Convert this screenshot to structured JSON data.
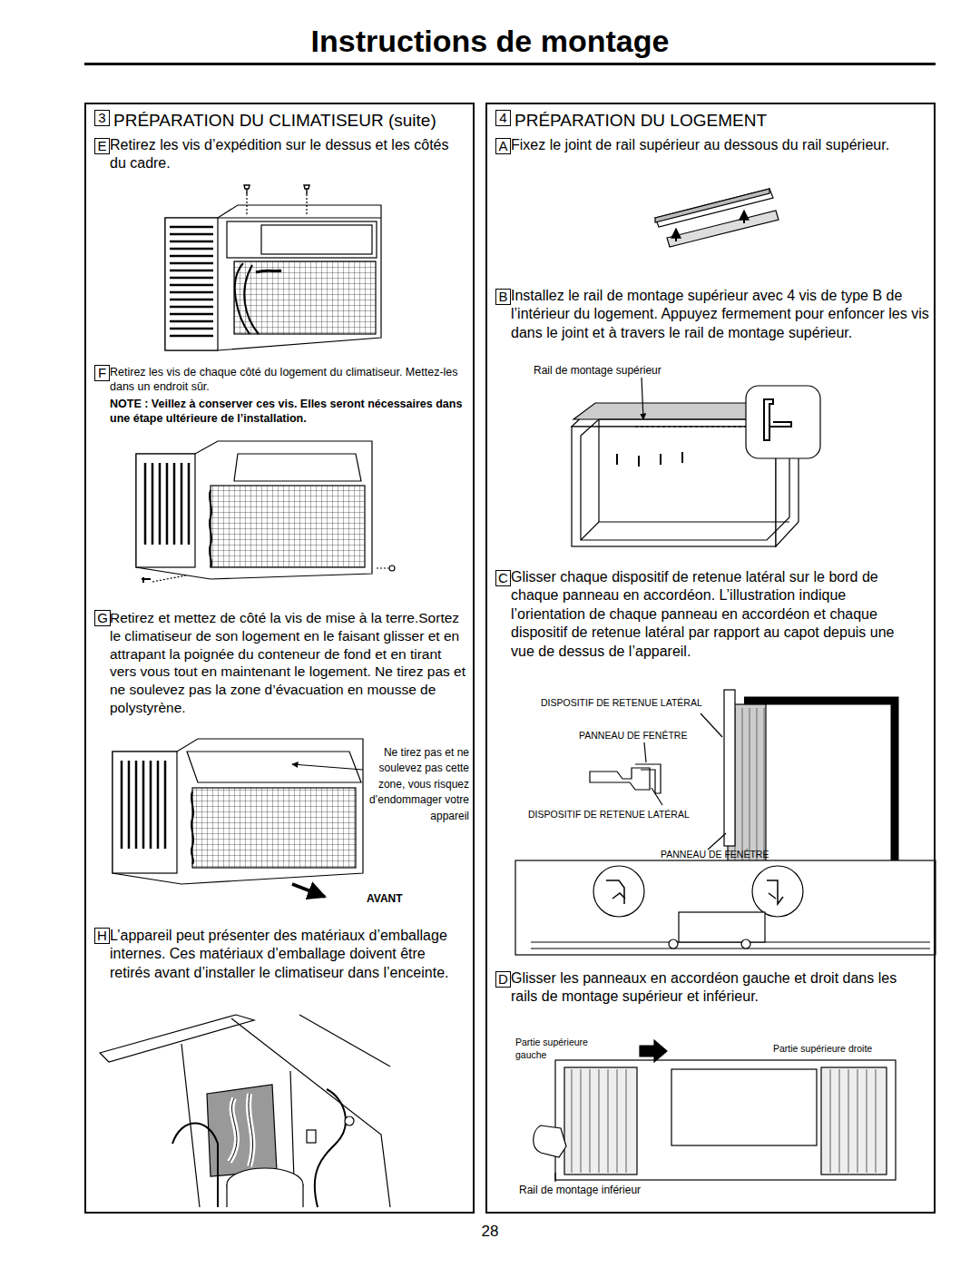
{
  "diagram": {
    "title": "Instructions de montage",
    "nodes": [
      {
        "text": [
          "PRÉPARATION DU CLIMATISEUR (suite)",
          "Retirez les vis d’expédition sur le dessus et les côtés du cadre.",
          "Retirez les vis de chaque côté du logement du climatiseur. Mettez-les dans un endroit sûr.",
          "NOTE : Veillez à conserver ces vis. Elles seront nécessaires dans une étape ultérieure de l’installation.",
          "Retirez et mettez de côté la vis de mise à la terre.Sortez le climatiseur de son logement en le faisant glisser et en attrapant la poignée du conteneur de fond et en tirant vers vous tout en maintenant le logement. Ne tirez pas et ne soulevez pas la zone d’évacuation en mousse de polystyrène.",
          "L’appareil peut présenter des matériaux d’emballage internes. Ces matériaux d’emballage doivent être retirés avant d’installer le climatiseur dans l’enceinte."
        ]
      },
      {
        "text": [
          "3"
        ],
        "in": 0
      },
      {
        "text": [
          "E"
        ],
        "in": 0
      },
      {
        "text": [
          "F"
        ],
        "in": 0
      },
      {
        "text": [
          "G"
        ],
        "in": 0
      },
      {
        "text": [
          "H"
        ],
        "in": 0
      },
      {
        "text": [
          "PRÉPARATION DU LOGEMENT",
          "Fixez le joint de rail supérieur au dessous du rail supérieur.",
          "Installez le rail de montage supérieur avec 4 vis de type B de l’intérieur du logement. Appuyez fermement pour enfoncer les vis dans le joint et à travers le rail de montage supérieur.",
          "Glisser chaque dispositif de retenue latéral sur le bord de chaque panneau en accordéon. L’illustration indique l’orientation de chaque panneau en accordéon et chaque dispositif de retenue latéral par rapport au capot depuis une vue de dessus de l’appareil.",
          "Glisser les panneaux en accordéon gauche et droit dans les rails de montage supérieur et inférieur."
        ]
      },
      {
        "text": [
          "4"
        ],
        "in": 6
      },
      {
        "text": [
          "A"
        ],
        "in": 6
      },
      {
        "text": [
          "B"
        ],
        "in": 6
      },
      {
        "text": [
          "C"
        ],
        "in": 6
      },
      {
        "text": [
          "D"
        ],
        "in": 6
      }
    ],
    "labels": [
      "Ne tirez pas et ne soulevez pas cette zone, vous risquez d’endommager votre appareil",
      "AVANT",
      "Rail de montage supérieur",
      "DISPOSITIF DE RETENUE LATÉRAL",
      "PANNEAU DE FENÊTRE",
      "DISPOSITIF DE RETENUE LATÉRAL",
      "PANNEAU DE FENÊTRE",
      "Partie supérieure gauche",
      "Partie supérieure droite",
      "Rail de montage inférieur",
      "28"
    ]
  }
}
